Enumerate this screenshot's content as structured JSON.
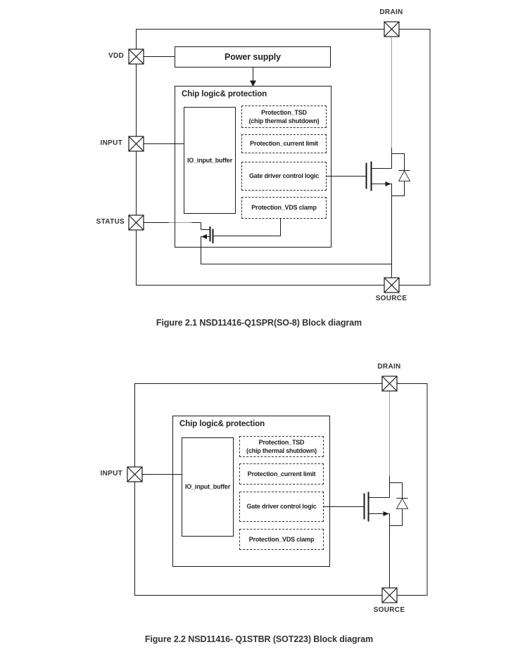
{
  "colors": {
    "line": "#1a1a1a",
    "gray_wire": "#9b9b9b",
    "text": "#333333"
  },
  "figure1": {
    "caption": "Figure 2.1 NSD11416-Q1SPR(SO-8) Block diagram",
    "pins": {
      "drain": "DRAIN",
      "vdd": "VDD",
      "input": "INPUT",
      "status": "STATUS",
      "source": "SOURCE"
    },
    "blocks": {
      "power_supply": "Power supply",
      "chip_logic": "Chip logic& protection",
      "io_buffer": "IO_input_buffer",
      "tsd_line1": "Protection_TSD",
      "tsd_line2": "(chip thermal shutdown)",
      "current_limit": "Protection_current limit",
      "gate_driver": "Gate driver control logic",
      "vds_clamp": "Protection_VDS clamp"
    }
  },
  "figure2": {
    "caption": "Figure 2.2 NSD11416- Q1STBR (SOT223) Block diagram",
    "pins": {
      "drain": "DRAIN",
      "input": "INPUT",
      "source": "SOURCE"
    },
    "blocks": {
      "chip_logic": "Chip logic& protection",
      "io_buffer": "IO_input_buffer",
      "tsd_line1": "Protection_TSD",
      "tsd_line2": "(chip thermal shutdown)",
      "current_limit": "Protection_current limit",
      "gate_driver": "Gate driver control logic",
      "vds_clamp": "Protection_VDS clamp"
    }
  }
}
